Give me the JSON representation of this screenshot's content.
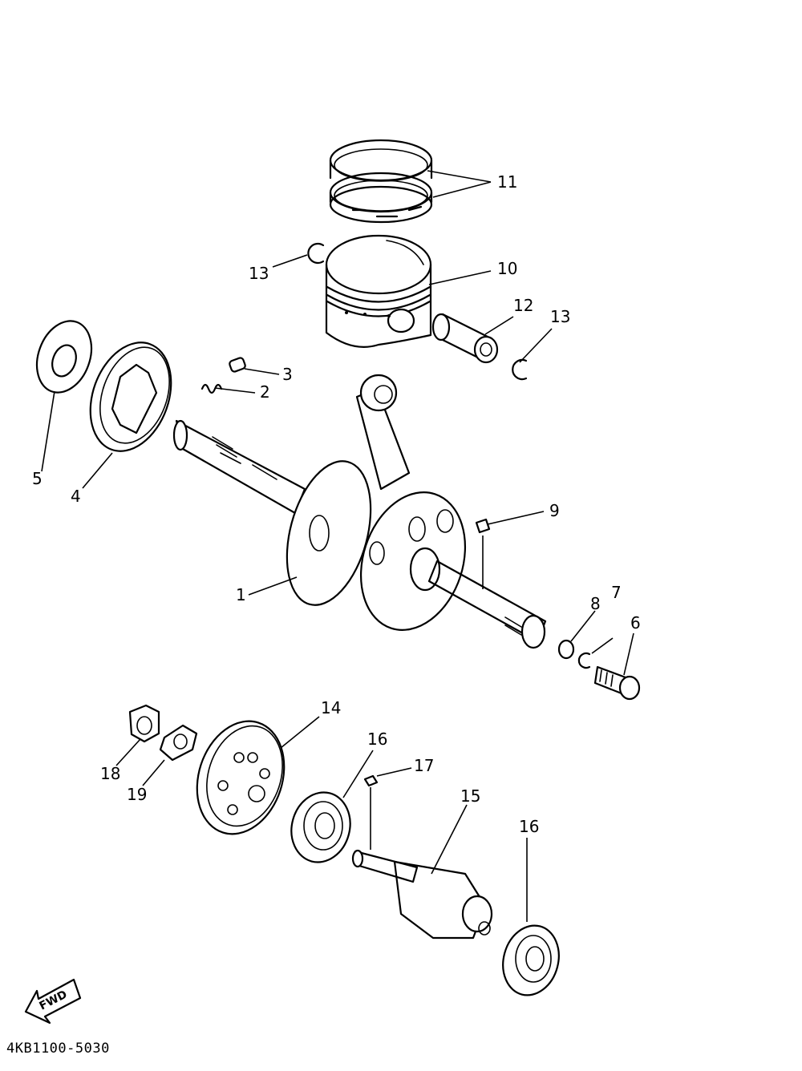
{
  "diagram": {
    "part_code": "4KB1100-5030",
    "fwd_label": "FWD",
    "callouts": {
      "c1": "1",
      "c2": "2",
      "c3": "3",
      "c4": "4",
      "c5": "5",
      "c6": "6",
      "c7": "7",
      "c8": "8",
      "c9": "9",
      "c10": "10",
      "c11": "11",
      "c12": "12",
      "c13a": "13",
      "c13b": "13",
      "c14": "14",
      "c15": "15",
      "c16a": "16",
      "c16b": "16",
      "c17": "17",
      "c18": "18",
      "c19": "19"
    }
  }
}
